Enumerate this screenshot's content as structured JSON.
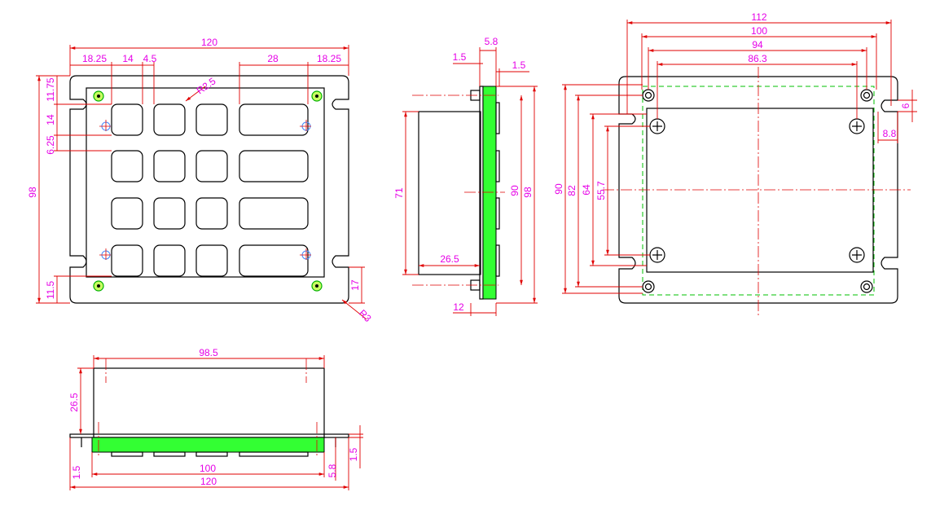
{
  "front_view": {
    "dims": {
      "overall_width": "120",
      "left_margin": "18.25",
      "key_width": "14",
      "key_gap": "4.5",
      "wide_key": "28",
      "right_margin": "18.25",
      "radius_key": "R2.5",
      "top_offset": "11.75",
      "key_height": "14",
      "row_gap": "6.25",
      "overall_height": "98",
      "bottom_offset": "11.5",
      "slot_offset": "17",
      "corner_radius": "R3"
    }
  },
  "side_view": {
    "dims": {
      "pcb_thickness": "5.8",
      "plate_thickness_left": "1.5",
      "plate_thickness_right": "1.5",
      "body_height": "71",
      "body_depth": "26.5",
      "inner_height": "90",
      "outer_height": "98",
      "bottom_thickness": "12"
    }
  },
  "back_view": {
    "dims": {
      "w112": "112",
      "w100": "100",
      "w94": "94",
      "w86_3": "86.3",
      "h90": "90",
      "h82": "82",
      "h64": "64",
      "h55_7": "55.7",
      "slot_w": "8.8",
      "slot_h": "6"
    }
  },
  "bottom_view": {
    "dims": {
      "body_width": "98.5",
      "body_depth": "26.5",
      "pcb_width": "100",
      "overall_width": "120",
      "plate_t_left": "1.5",
      "pcb_t": "5.8",
      "plate_t_right": "1.5"
    }
  }
}
